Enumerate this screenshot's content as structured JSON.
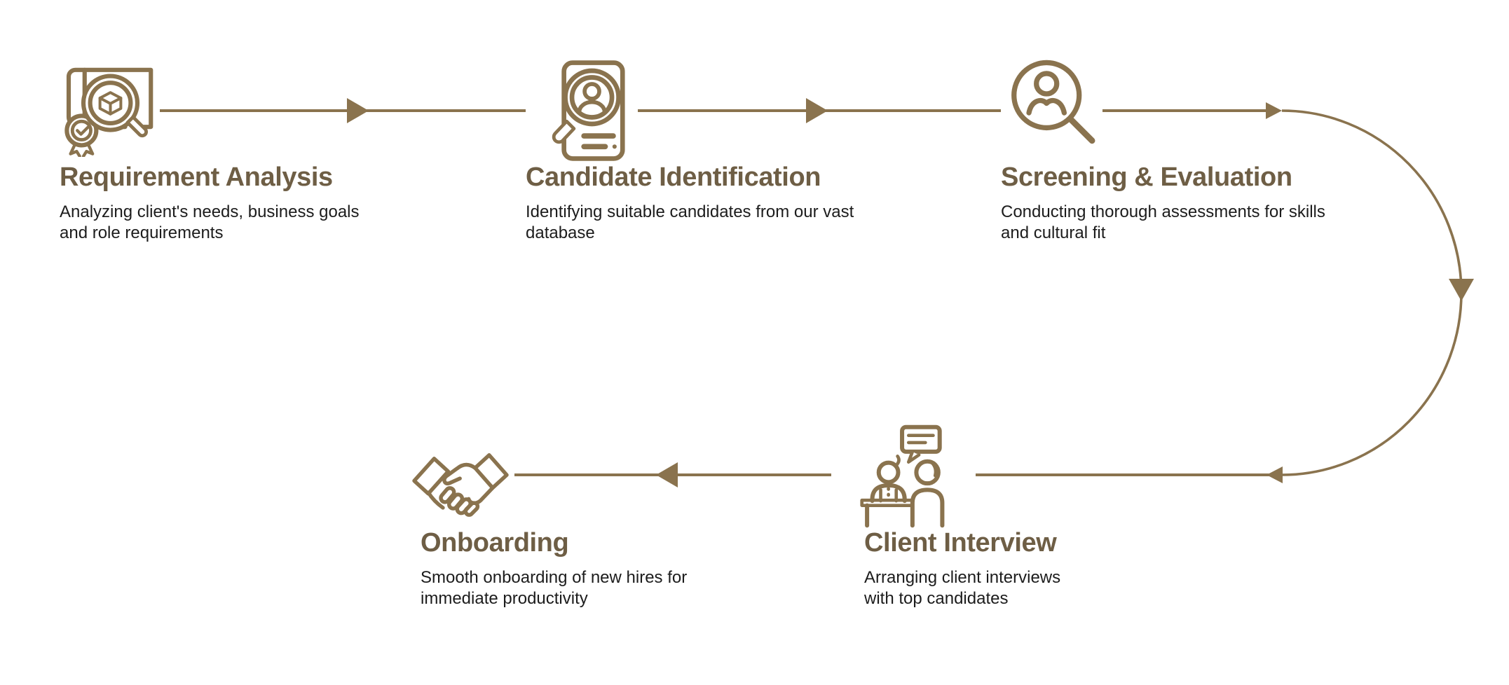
{
  "diagram": {
    "accent_color": "#8A734E",
    "heading_color": "#6E5E45",
    "body_text_color": "#1C1C1C",
    "background_color": "#FFFFFF",
    "flow_shape": "top row left-to-right, right-side semicircular curve down, bottom row right-to-left",
    "steps": [
      {
        "order": 1,
        "title": "Requirement Analysis",
        "description_lines": [
          "Analyzing client's needs, business goals",
          "and role requirements"
        ],
        "icon": "blueprint-analysis-icon"
      },
      {
        "order": 2,
        "title": "Candidate Identification",
        "description_lines": [
          "Identifying suitable candidates from our vast",
          "database"
        ],
        "icon": "resume-search-icon"
      },
      {
        "order": 3,
        "title": "Screening & Evaluation",
        "description_lines": [
          "Conducting thorough assessments for skills",
          "and cultural fit"
        ],
        "icon": "person-search-icon"
      },
      {
        "order": 4,
        "title": "Client Interview",
        "description_lines": [
          "Arranging client interviews",
          "with top candidates"
        ],
        "icon": "interview-discussion-icon"
      },
      {
        "order": 5,
        "title": "Onboarding",
        "description_lines": [
          "Smooth onboarding of new hires for",
          "immediate productivity"
        ],
        "icon": "handshake-icon"
      }
    ]
  }
}
